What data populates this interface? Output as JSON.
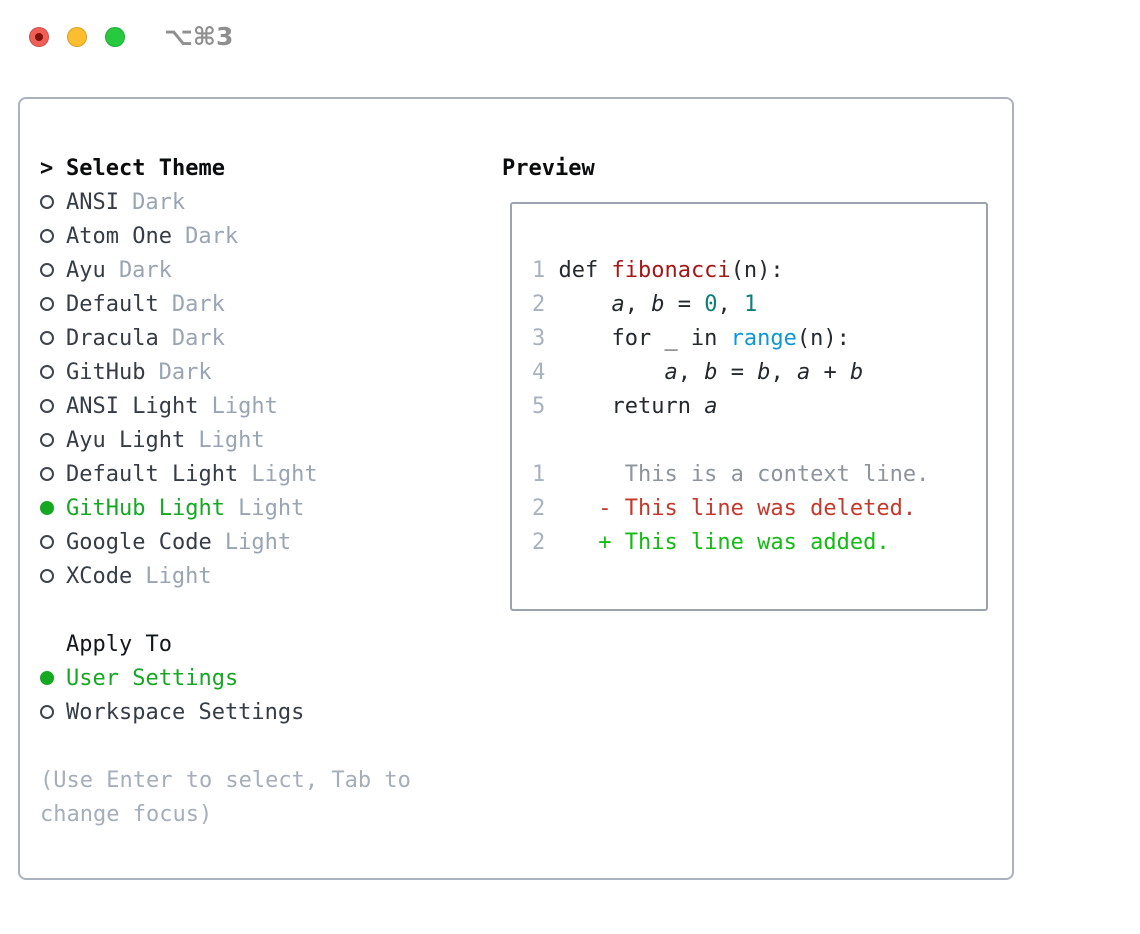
{
  "titlebar": {
    "shortcut": "⌥⌘3",
    "buttons": [
      "close-button",
      "minimize-button",
      "zoom-button"
    ]
  },
  "colors": {
    "selected_green": "#14a823",
    "added_green": "#12bc12",
    "deleted_red": "#c4392c",
    "function_red": "#a31717",
    "number_teal": "#0e7d7d",
    "builtin_blue": "#0f97d4"
  },
  "theme_list": {
    "prompt": ">",
    "header": "Select Theme",
    "items": [
      {
        "name": "ANSI",
        "tag": "Dark",
        "selected": false
      },
      {
        "name": "Atom One",
        "tag": "Dark",
        "selected": false
      },
      {
        "name": "Ayu",
        "tag": "Dark",
        "selected": false
      },
      {
        "name": "Default",
        "tag": "Dark",
        "selected": false
      },
      {
        "name": "Dracula",
        "tag": "Dark",
        "selected": false
      },
      {
        "name": "GitHub",
        "tag": "Dark",
        "selected": false
      },
      {
        "name": "ANSI Light",
        "tag": "Light",
        "selected": false
      },
      {
        "name": "Ayu Light",
        "tag": "Light",
        "selected": false
      },
      {
        "name": "Default Light",
        "tag": "Light",
        "selected": false
      },
      {
        "name": "GitHub Light",
        "tag": "Light",
        "selected": true
      },
      {
        "name": "Google Code",
        "tag": "Light",
        "selected": false
      },
      {
        "name": "XCode",
        "tag": "Light",
        "selected": false
      }
    ]
  },
  "apply_to": {
    "header": "Apply To",
    "options": [
      {
        "label": "User Settings",
        "selected": true
      },
      {
        "label": "Workspace Settings",
        "selected": false
      }
    ]
  },
  "help_lines": [
    "(Use Enter to select, Tab to",
    "change focus)"
  ],
  "preview": {
    "title": "Preview",
    "lines": [
      {
        "num": "1",
        "tokens": [
          {
            "t": "def "
          },
          {
            "t": "fibonacci",
            "c": "func"
          },
          {
            "t": "(n):"
          }
        ]
      },
      {
        "num": "2",
        "tokens": [
          {
            "t": "    "
          },
          {
            "t": "a",
            "i": true
          },
          {
            "t": ", "
          },
          {
            "t": "b",
            "i": true
          },
          {
            "t": " = "
          },
          {
            "t": "0",
            "c": "num"
          },
          {
            "t": ", "
          },
          {
            "t": "1",
            "c": "num"
          }
        ]
      },
      {
        "num": "3",
        "tokens": [
          {
            "t": "    for _ in "
          },
          {
            "t": "range",
            "c": "builtin"
          },
          {
            "t": "(n):"
          }
        ]
      },
      {
        "num": "4",
        "tokens": [
          {
            "t": "        "
          },
          {
            "t": "a",
            "i": true
          },
          {
            "t": ", "
          },
          {
            "t": "b",
            "i": true
          },
          {
            "t": " = "
          },
          {
            "t": "b",
            "i": true
          },
          {
            "t": ", "
          },
          {
            "t": "a",
            "i": true
          },
          {
            "t": " + "
          },
          {
            "t": "b",
            "i": true
          }
        ]
      },
      {
        "num": "5",
        "tokens": [
          {
            "t": "    return "
          },
          {
            "t": "a",
            "i": true
          }
        ]
      },
      {
        "num": "",
        "tokens": []
      },
      {
        "num": "1",
        "tokens": [
          {
            "t": "     This is a context line.",
            "c": "context"
          }
        ]
      },
      {
        "num": "2",
        "tokens": [
          {
            "t": "   - This line was deleted.",
            "c": "deleted"
          }
        ]
      },
      {
        "num": "2",
        "tokens": [
          {
            "t": "   + This line was added.",
            "c": "added"
          }
        ]
      }
    ]
  }
}
